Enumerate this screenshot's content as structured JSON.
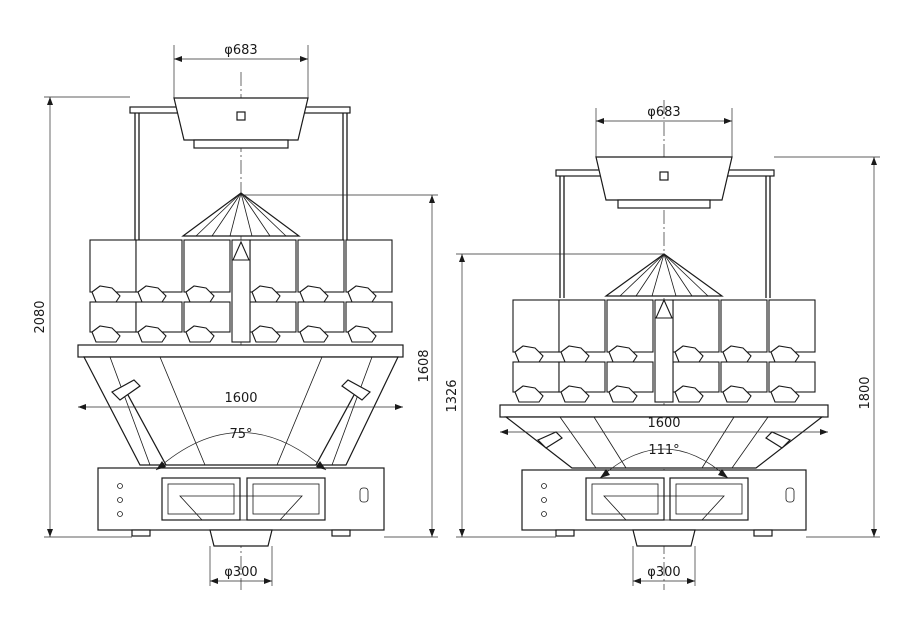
{
  "left_machine": {
    "hopper_diameter": "φ683",
    "overall_height": "2080",
    "body_height": "1608",
    "frame_width": "1600",
    "discharge_angle": "75°",
    "outlet_diameter": "φ300"
  },
  "right_machine": {
    "hopper_diameter": "φ683",
    "overall_height": "1800",
    "body_height": "1326",
    "frame_width": "1600",
    "discharge_angle": "111°",
    "outlet_diameter": "φ300"
  }
}
